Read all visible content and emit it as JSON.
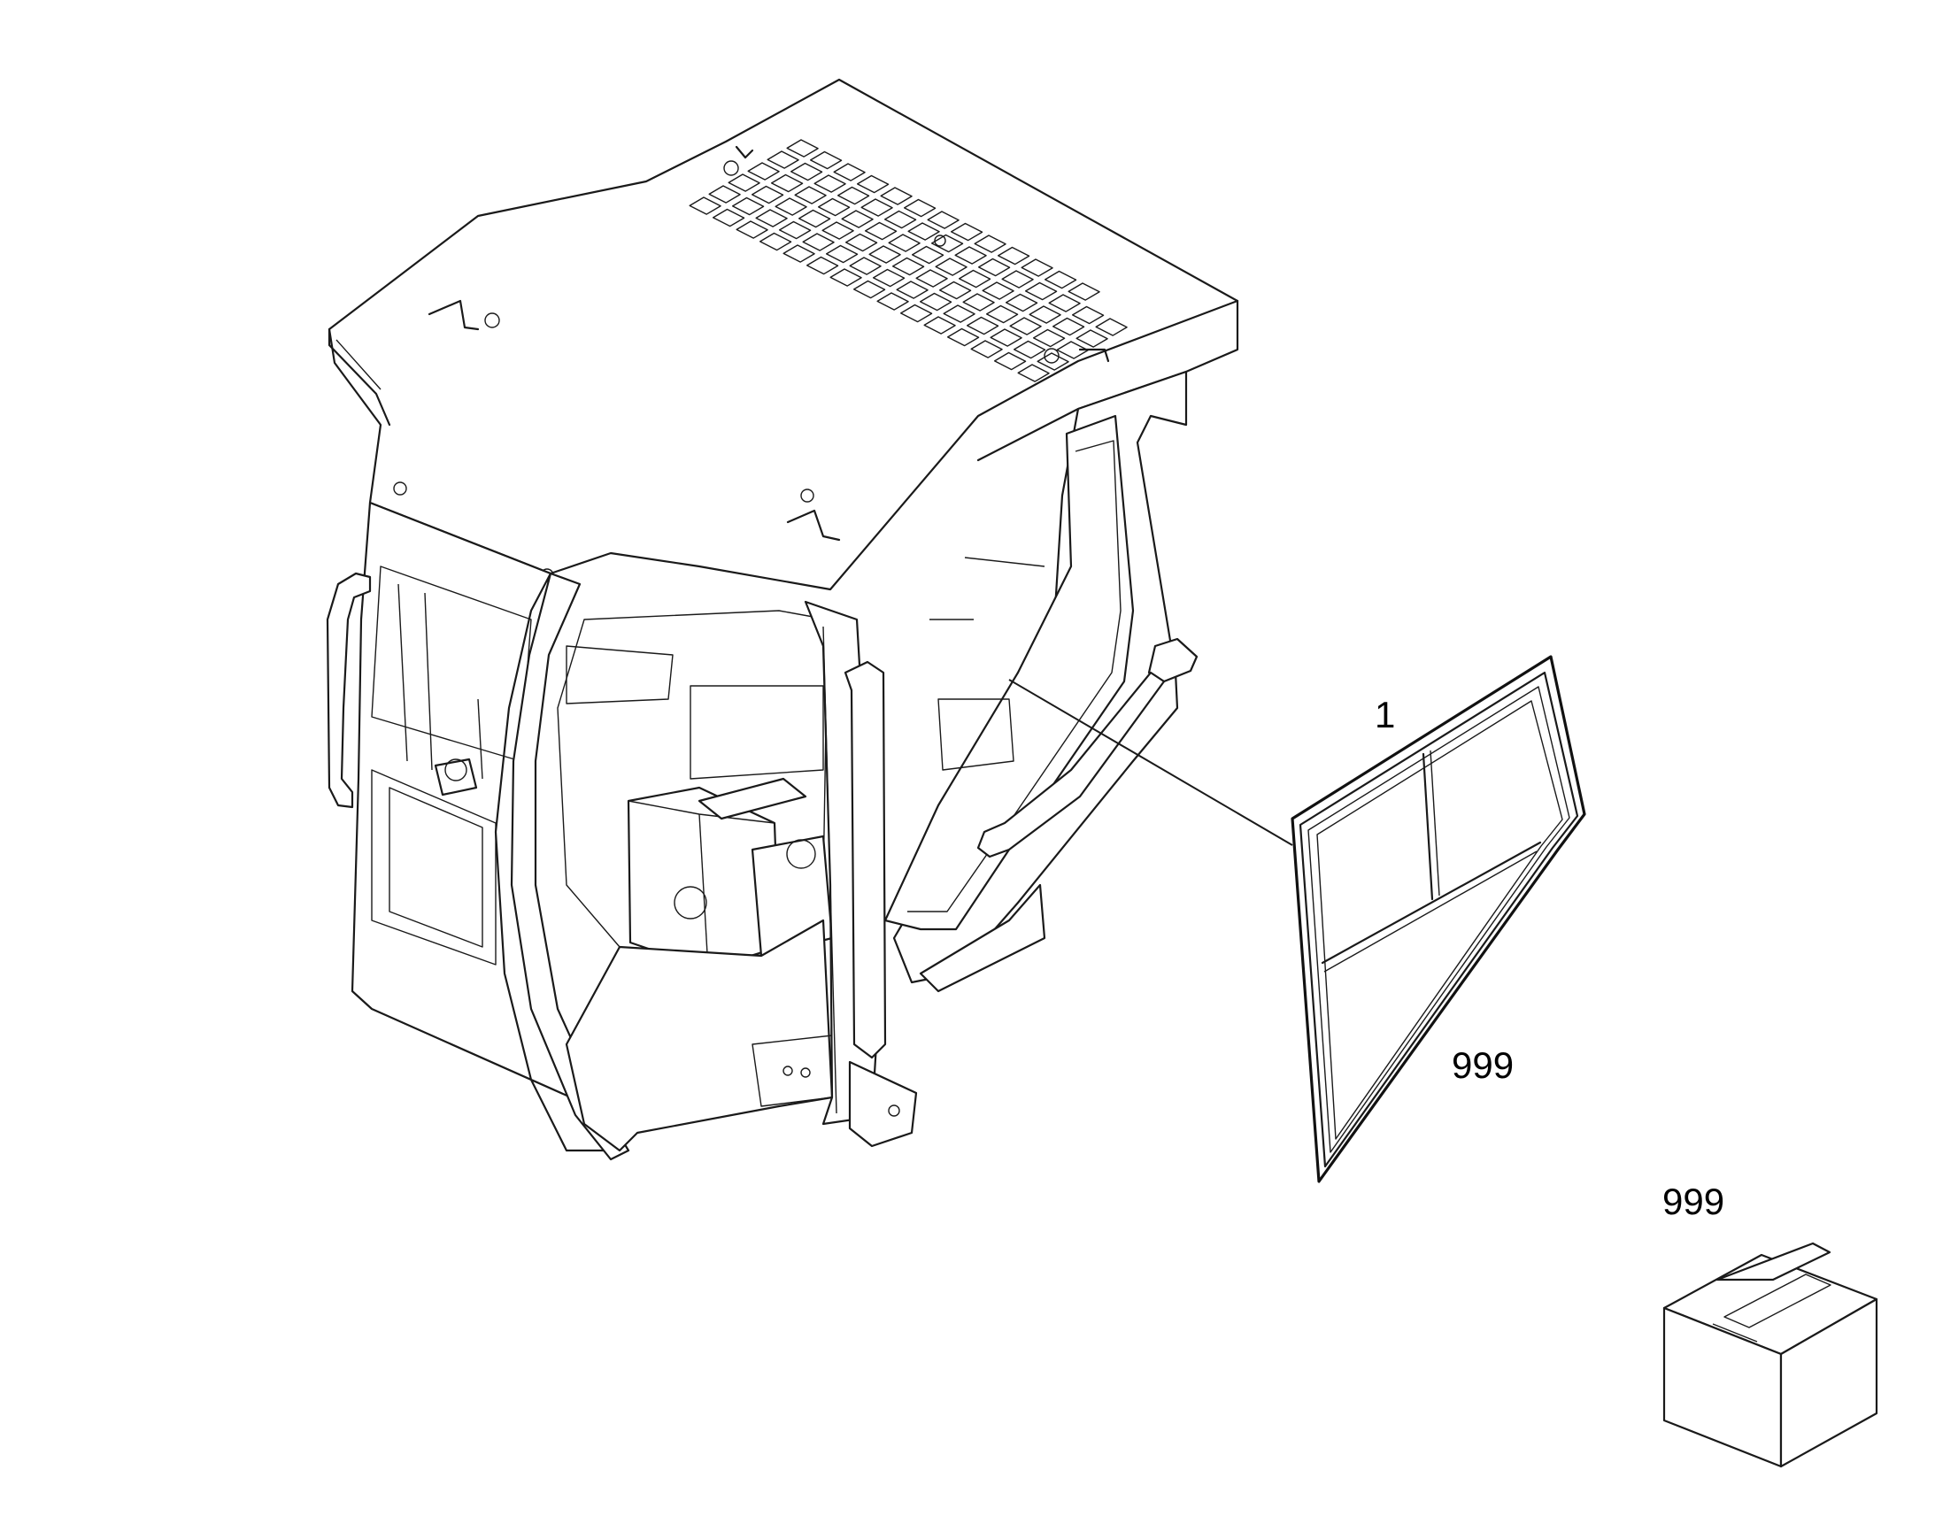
{
  "callouts": {
    "window_part_number": "1",
    "window_kit_code": "999",
    "package_kit_code": "999"
  }
}
